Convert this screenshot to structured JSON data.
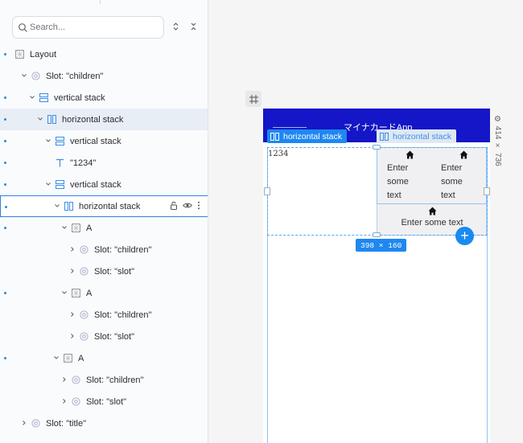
{
  "search": {
    "placeholder": "Search..."
  },
  "tree": [
    {
      "label": "Layout",
      "icon": "layout-icon",
      "caret": "",
      "indent": 0,
      "dot": true
    },
    {
      "label": "Slot: \"children\"",
      "icon": "slot-icon",
      "caret": "down",
      "indent": 1,
      "dot": false
    },
    {
      "label": "vertical stack",
      "icon": "vertical-stack-icon",
      "caret": "down",
      "indent": 2,
      "dot": true
    },
    {
      "label": "horizontal stack",
      "icon": "horizontal-stack-icon",
      "caret": "down",
      "indent": 3,
      "dot": true,
      "selected": true
    },
    {
      "label": "vertical stack",
      "icon": "vertical-stack-icon",
      "caret": "down",
      "indent": 4,
      "dot": true
    },
    {
      "label": "\"1234\"",
      "icon": "text-icon",
      "caret": "",
      "indent": 5,
      "dot": true
    },
    {
      "label": "vertical stack",
      "icon": "vertical-stack-icon",
      "caret": "down",
      "indent": 4,
      "dot": true
    },
    {
      "label": "horizontal stack",
      "icon": "horizontal-stack-icon",
      "caret": "down",
      "indent": 5,
      "dot": true,
      "hovered": true
    },
    {
      "label": "A",
      "icon": "component-icon",
      "caret": "down",
      "indent": 6,
      "dot": true
    },
    {
      "label": "Slot: \"children\"",
      "icon": "slot-icon",
      "caret": "right",
      "indent": 7,
      "dot": false
    },
    {
      "label": "Slot: \"slot\"",
      "icon": "slot-icon",
      "caret": "right",
      "indent": 7,
      "dot": false
    },
    {
      "label": "A",
      "icon": "component-icon",
      "caret": "down",
      "indent": 6,
      "dot": true
    },
    {
      "label": "Slot: \"children\"",
      "icon": "slot-icon",
      "caret": "right",
      "indent": 7,
      "dot": false
    },
    {
      "label": "Slot: \"slot\"",
      "icon": "slot-icon",
      "caret": "right",
      "indent": 7,
      "dot": false
    },
    {
      "label": "A",
      "icon": "component-icon",
      "caret": "down",
      "indent": 5,
      "dot": true
    },
    {
      "label": "Slot: \"children\"",
      "icon": "slot-icon",
      "caret": "right",
      "indent": 6,
      "dot": false
    },
    {
      "label": "Slot: \"slot\"",
      "icon": "slot-icon",
      "caret": "right",
      "indent": 6,
      "dot": false
    },
    {
      "label": "Slot: \"title\"",
      "icon": "slot-icon",
      "caret": "right",
      "indent": 1,
      "dot": false
    }
  ],
  "canvas": {
    "app_title": "マイナカードApp",
    "device_size": "414 × 736",
    "badge_primary": "horizontal stack",
    "badge_secondary": "horizontal stack",
    "text_1234": "1234",
    "tiles": [
      {
        "lines": [
          "Enter",
          "some",
          "text"
        ]
      },
      {
        "lines": [
          "Enter",
          "some",
          "text"
        ]
      }
    ],
    "wide_tile": "Enter some text",
    "dimensions": "398 × 160",
    "fab": "+"
  },
  "colors": {
    "accent": "#1e88f0",
    "appbar": "#1416c7",
    "selection_bg": "#e8eef6"
  }
}
